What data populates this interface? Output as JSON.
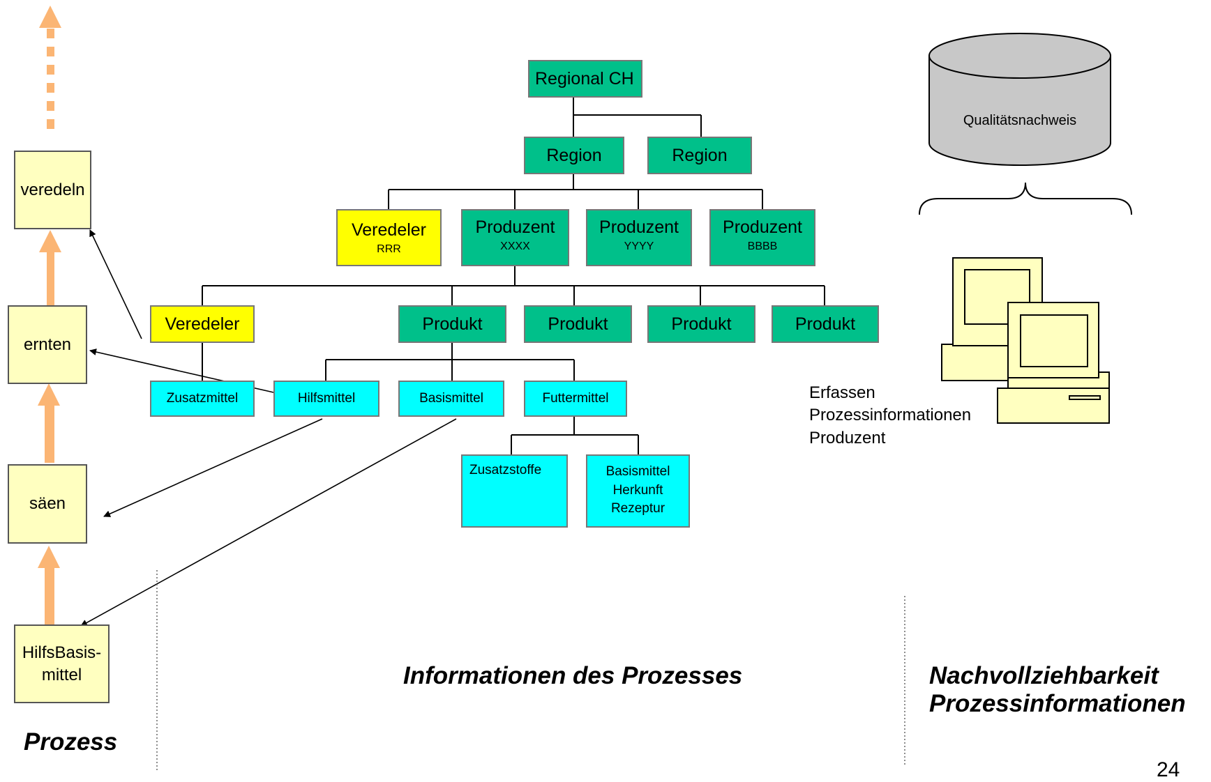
{
  "process": {
    "steps": [
      "veredeln",
      "ernten",
      "säen",
      "HilfsBasis-\nmittel"
    ],
    "label": "Prozess"
  },
  "tree": {
    "root": "Regional CH",
    "regions": [
      "Region",
      "Region"
    ],
    "level2": [
      {
        "title": "Veredeler",
        "sub": "RRR"
      },
      {
        "title": "Produzent",
        "sub": "XXXX"
      },
      {
        "title": "Produzent",
        "sub": "YYYY"
      },
      {
        "title": "Produzent",
        "sub": "BBBB"
      }
    ],
    "level3": [
      "Veredeler",
      "Produkt",
      "Produkt",
      "Produkt",
      "Produkt"
    ],
    "level4": [
      "Zusatzmittel",
      "Hilfsmittel",
      "Basismittel",
      "Futtermittel"
    ],
    "level5": [
      "Zusatzstoffe",
      "Basismittel\nHerkunft\nRezeptur"
    ]
  },
  "database": {
    "label": "Qualitätsnachweis"
  },
  "computer": {
    "caption": "Erfassen\nProzessinformationen\nProduzent"
  },
  "section_labels": {
    "middle": "Informationen des Prozesses",
    "right": "Nachvollziehbarkeit\nProzessinformationen"
  },
  "page_number": "24",
  "colors": {
    "process_fill": "#ffffc0",
    "teal": "#00c08a",
    "yellow": "#ffff00",
    "cyan": "#00ffff",
    "arrow_orange": "#fbb574",
    "db_gray": "#c8c8c8"
  }
}
